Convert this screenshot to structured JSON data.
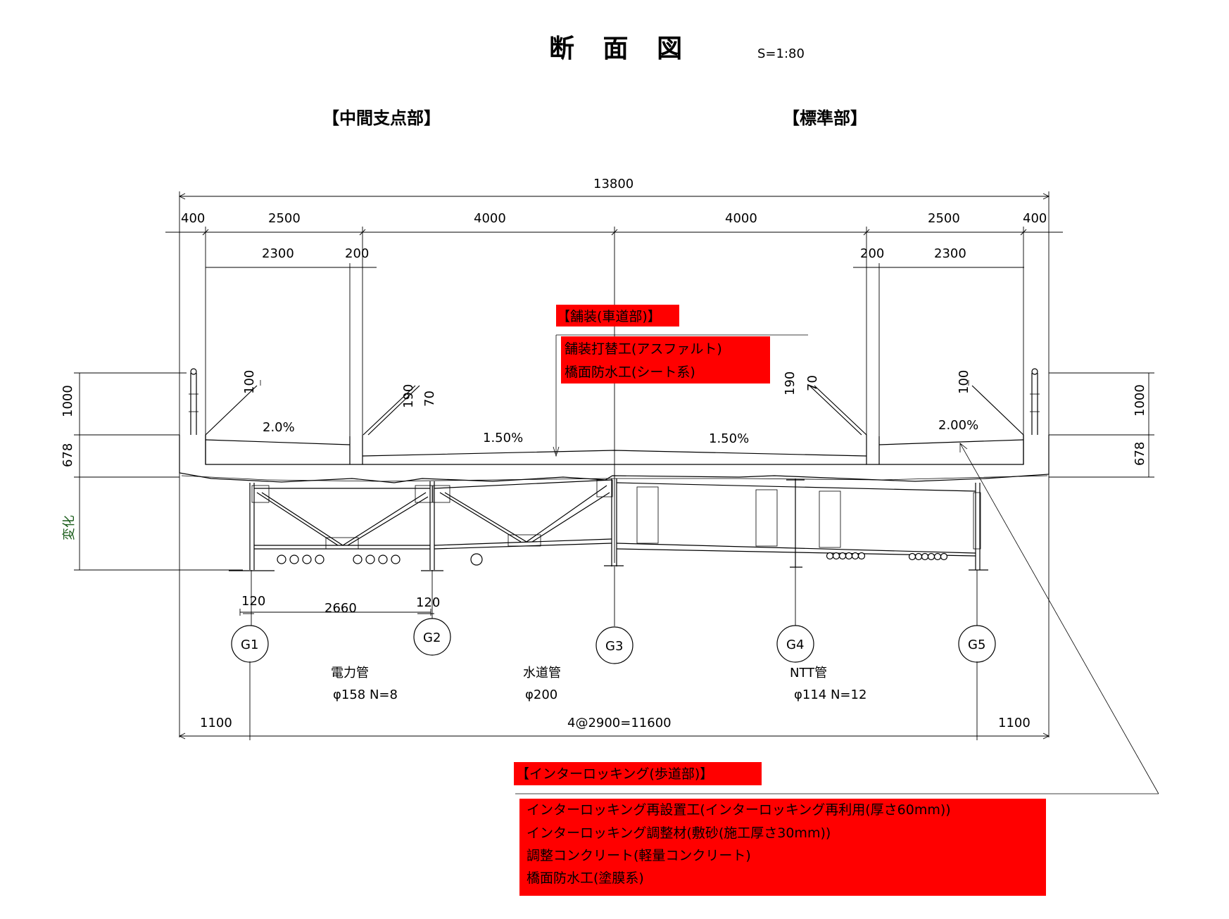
{
  "title": "断 面 図",
  "scale": "S=1:80",
  "sections": {
    "left": "【中間支点部】",
    "right": "【標準部】"
  },
  "dimensions": {
    "total": "13800",
    "top": [
      "400",
      "2500",
      "4000",
      "4000",
      "2500",
      "400"
    ],
    "sub_left": [
      "2300",
      "200"
    ],
    "sub_right": [
      "200",
      "2300"
    ],
    "vertical_left": [
      "1000",
      "678",
      "変化"
    ],
    "vertical_right": [
      "1000",
      "678"
    ],
    "small": {
      "h100_left": "100",
      "h190_left": "190",
      "h70_left": "70",
      "h190_right": "190",
      "h70_right": "70",
      "h100_right": "100"
    },
    "bottom": [
      "1100",
      "4@2900=11600",
      "1100"
    ],
    "girder_gap": {
      "left": "120",
      "span": "2660",
      "right": "120"
    }
  },
  "slopes": {
    "sidewalk_left": "2.0%",
    "road_left": "1.50%",
    "road_right": "1.50%",
    "sidewalk_right": "2.00%"
  },
  "girders": [
    "G1",
    "G2",
    "G3",
    "G4",
    "G5"
  ],
  "utilities": [
    {
      "name": "電力管",
      "spec": "φ158 N=8"
    },
    {
      "name": "水道管",
      "spec": "φ200"
    },
    {
      "name": "NTT管",
      "spec": "φ114 N=12"
    }
  ],
  "callout_pavement": {
    "header": "【舗装(車道部)】",
    "lines": [
      "舗装打替工(アスファルト)",
      "橋面防水工(シート系)"
    ]
  },
  "callout_interlocking": {
    "header": "【インターロッキング(歩道部)】",
    "lines": [
      "インターロッキング再設置工(インターロッキング再利用(厚さ60mm))",
      "インターロッキング調整材(敷砂(施工厚さ30mm))",
      "調整コンクリート(軽量コンクリート)",
      "橋面防水工(塗膜系)"
    ]
  },
  "colors": {
    "highlight": "#ff0000",
    "line": "#000000"
  }
}
